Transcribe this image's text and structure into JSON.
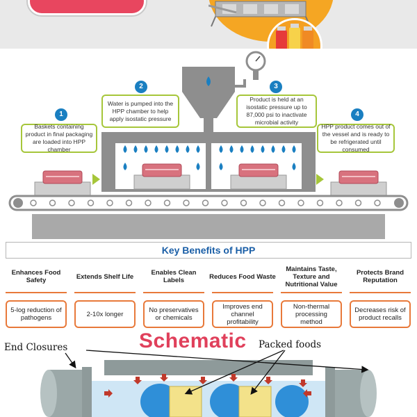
{
  "banner": {
    "icons": [
      "hpp-machine-illustration",
      "juice-bottles-illustration"
    ]
  },
  "process": {
    "steps": [
      {
        "number": "1",
        "text": "Baskets containing product in final packaging are loaded into HPP chamber"
      },
      {
        "number": "2",
        "text": "Water is pumped into the HPP chamber to help apply isostatic pressure"
      },
      {
        "number": "3",
        "text": "Product is held at an isostatic pressure up to 87,000 psi to inactivate microbial activity"
      },
      {
        "number": "4",
        "text": "HPP product comes out of the vessel and is ready to be refrigerated until consumed"
      }
    ],
    "colors": {
      "badge": "#1a7fc1",
      "step_border": "#a6c63a",
      "vessel": "#8e8e8e",
      "water": "#1a7fc1",
      "arrow": "#a6c63a"
    }
  },
  "benefits": {
    "title": "Key Benefits of HPP",
    "items": [
      {
        "title": "Enhances Food Safety",
        "detail": "5-log reduction of pathogens"
      },
      {
        "title": "Extends Shelf Life",
        "detail": "2-10x longer"
      },
      {
        "title": "Enables Clean Labels",
        "detail": "No preservatives or chemicals"
      },
      {
        "title": "Reduces Food Waste",
        "detail": "Improves end channel profitability"
      },
      {
        "title": "Maintains Taste, Texture and Nutritional Value",
        "detail": "Non-thermal processing method"
      },
      {
        "title": "Protects Brand Reputation",
        "detail": "Decreases risk of product recalls"
      }
    ],
    "accent": "#e8793a",
    "title_color": "#1b5fa7"
  },
  "schematic": {
    "title": "Schematic",
    "labels": {
      "end_closures": "End Closures",
      "packed_foods": "Packed foods"
    },
    "colors": {
      "title": "#e0405b",
      "pressure_arrow": "#c0392b",
      "cylinder": "#b8c6c6",
      "food": "#f3e28a",
      "fluid": "#2f8fd8"
    }
  }
}
